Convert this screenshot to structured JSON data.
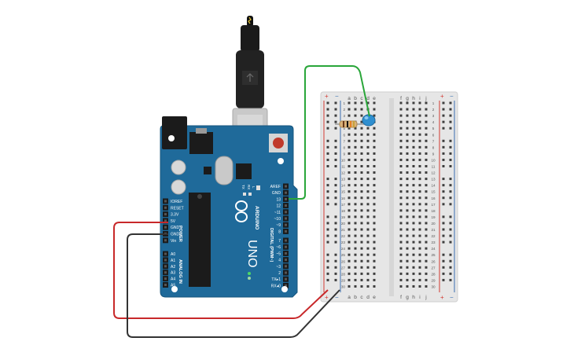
{
  "colors": {
    "board": "#1f6a9a",
    "board_edge": "#17557d",
    "breadboard": "#e8e8e8",
    "rail_red": "#d23a32",
    "rail_blue": "#3a6fb0",
    "wire_green": "#2aa63a",
    "wire_red": "#c8282a",
    "wire_black": "#333333",
    "led_blue": "#2f8fd0"
  },
  "arduino": {
    "logo_text": "ARDUINO",
    "model": "UNO",
    "power_header": {
      "labels": [
        "IOREF",
        "RESET",
        "3.3V",
        "5V",
        "GND",
        "GND",
        "Vin"
      ]
    },
    "power_label": "POWER",
    "analog_header": {
      "labels": [
        "A0",
        "A1",
        "A2",
        "A3",
        "A4",
        "A5"
      ]
    },
    "analog_label": "ANALOG IN",
    "digital_top": {
      "labels": [
        "AREF",
        "GND",
        "13",
        "12",
        "~11",
        "~10",
        "~9",
        "8"
      ]
    },
    "digital_bottom": {
      "labels": [
        "7",
        "~6",
        "~5",
        "4",
        "~3",
        "2",
        "TX▸1",
        "RX◂0"
      ]
    },
    "digital_label": "DIGITAL (PWM~)",
    "led_labels": {
      "tx": "TX",
      "rx": "RX",
      "l": "L"
    }
  },
  "breadboard": {
    "columns_left": [
      "a",
      "b",
      "c",
      "d",
      "e"
    ],
    "columns_right": [
      "f",
      "g",
      "h",
      "i",
      "j"
    ],
    "rows": [
      "1",
      "2",
      "3",
      "4",
      "5",
      "6",
      "7",
      "8",
      "9",
      "10",
      "11",
      "12",
      "13",
      "14",
      "15",
      "16",
      "17",
      "18",
      "19",
      "20",
      "21",
      "22",
      "23",
      "24",
      "25",
      "26",
      "27",
      "28",
      "29",
      "30"
    ],
    "rail_plus": "+",
    "rail_minus": "−"
  },
  "components": {
    "resistor": "resistor",
    "led": "led",
    "usb_cable": "usb-cable"
  }
}
